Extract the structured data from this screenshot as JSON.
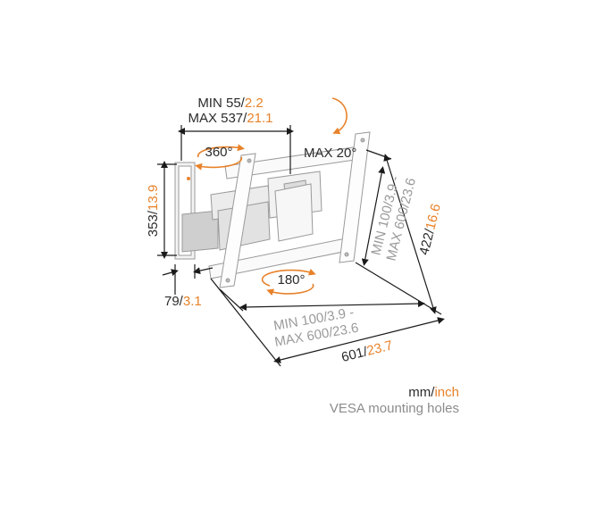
{
  "labels": {
    "depth_min_prefix": "MIN 55/",
    "depth_min_inch": "2.2",
    "depth_max_prefix": "MAX 537/",
    "depth_max_inch": "21.1",
    "rotation_360": "360°",
    "tilt": "MAX 20°",
    "rotation_180": "180°",
    "wall_plate_height_mm": "353/",
    "wall_plate_height_inch": "13.9",
    "wall_plate_depth_mm": "79/",
    "wall_plate_depth_inch": "3.1",
    "vesa_vertical_line1": "MIN 100/3.9 -",
    "vesa_vertical_line2": "MAX 600/23.6",
    "interface_height_mm": "422/",
    "interface_height_inch": "16.6",
    "vesa_horizontal_line1": "MIN 100/3.9 -",
    "vesa_horizontal_line2": "MAX 600/23.6",
    "interface_width_mm": "601/",
    "interface_width_inch": "23.7"
  },
  "legend": {
    "units_mm": "mm/",
    "units_inch": "inch",
    "vesa_note": "VESA mounting holes"
  },
  "colors": {
    "accent": "#e8822a",
    "text": "#2b2b2b",
    "grey_text": "#9a9a9a",
    "line": "#1a1a1a"
  }
}
